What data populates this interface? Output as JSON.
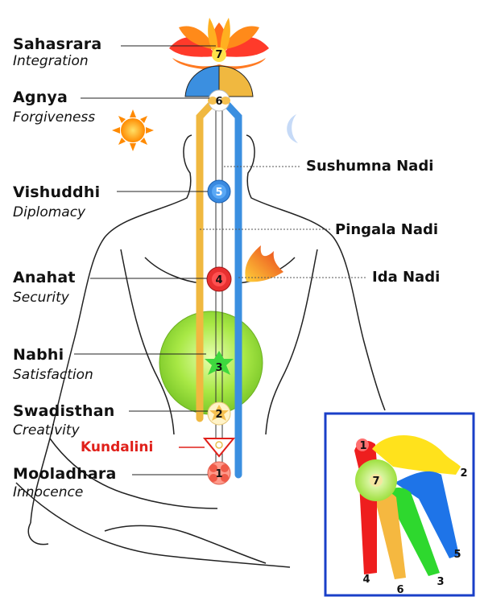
{
  "chakras": [
    {
      "number": "7",
      "name": "Sahasrara",
      "quality": "Integration"
    },
    {
      "number": "6",
      "name": "Agnya",
      "quality": "Forgiveness"
    },
    {
      "number": "5",
      "name": "Vishuddhi",
      "quality": "Diplomacy"
    },
    {
      "number": "4",
      "name": "Anahat",
      "quality": "Security"
    },
    {
      "number": "3",
      "name": "Nabhi",
      "quality": "Satisfaction"
    },
    {
      "number": "2",
      "name": "Swadisthan",
      "quality": "Creativity"
    },
    {
      "number": "1",
      "name": "Mooladhara",
      "quality": "Innocence"
    }
  ],
  "kundalini": "Kundalini",
  "nadis": {
    "sushumna": "Sushumna Nadi",
    "pingala": "Pingala Nadi",
    "ida": "Ida Nadi"
  },
  "hand": {
    "palm": "7",
    "fingers": [
      "1",
      "2",
      "5",
      "3",
      "6",
      "4"
    ]
  },
  "colors": {
    "ida": "#3b8fe0",
    "pingala": "#f0b840",
    "label_line": "#222222",
    "kundalini": "#e0201a",
    "hand_frame": "#1a3fc8"
  }
}
